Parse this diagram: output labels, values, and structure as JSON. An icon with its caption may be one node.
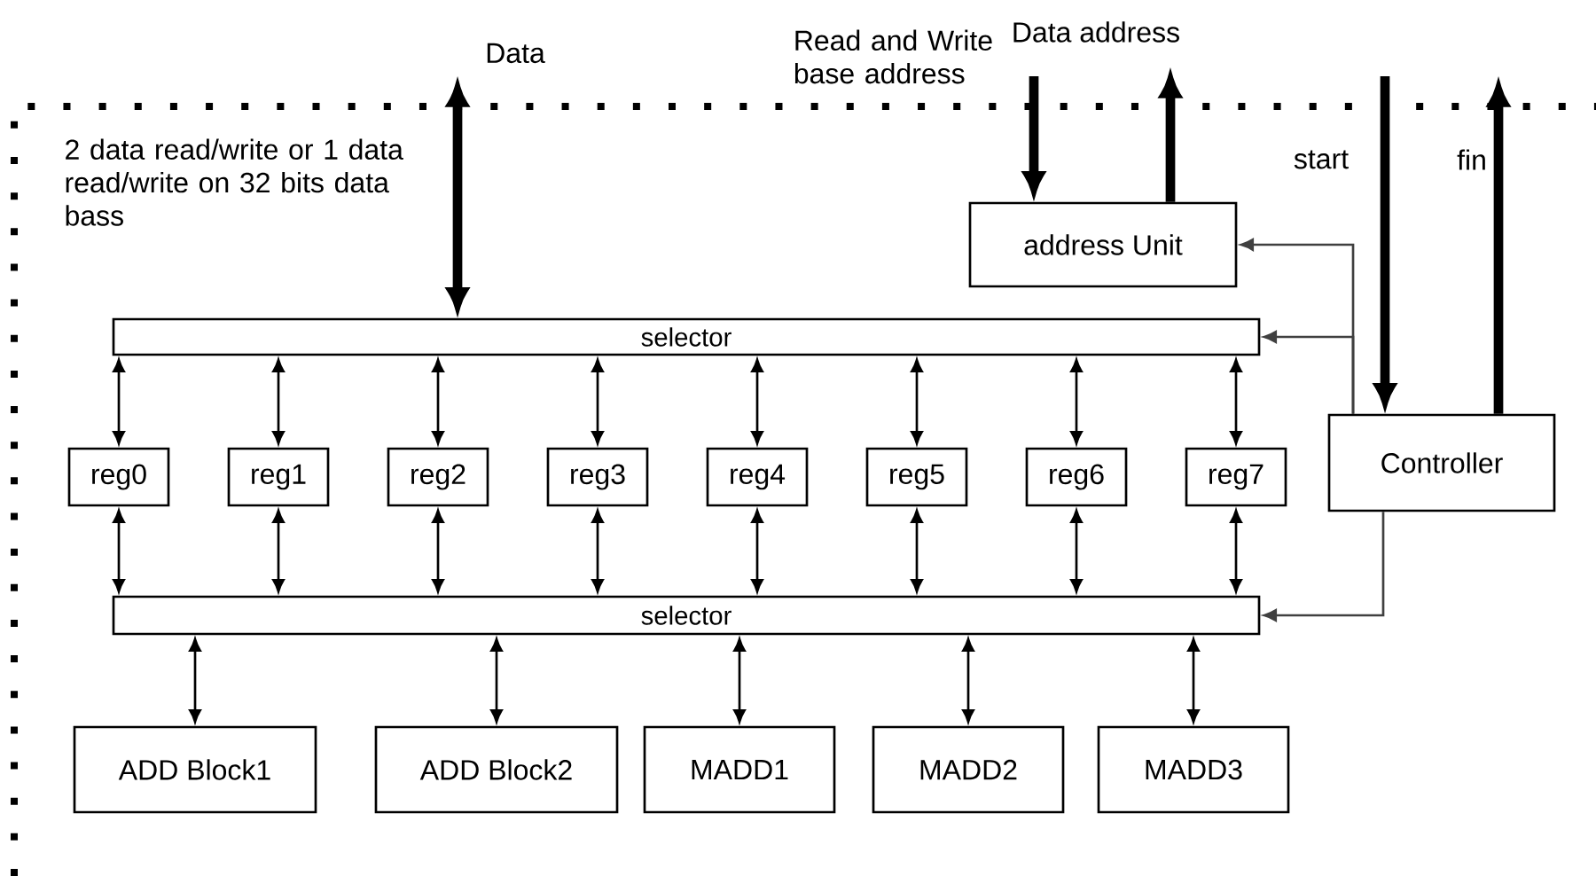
{
  "diagram": {
    "nodes": [
      {
        "text": [
          "selector"
        ]
      },
      {
        "text": [
          "selector"
        ]
      },
      {
        "text": [
          "reg0"
        ]
      },
      {
        "text": [
          "reg1"
        ]
      },
      {
        "text": [
          "reg2"
        ]
      },
      {
        "text": [
          "reg3"
        ]
      },
      {
        "text": [
          "reg4"
        ]
      },
      {
        "text": [
          "reg5"
        ]
      },
      {
        "text": [
          "reg6"
        ]
      },
      {
        "text": [
          "reg7"
        ]
      },
      {
        "text": [
          "address Unit"
        ]
      },
      {
        "text": [
          "Controller"
        ]
      },
      {
        "text": [
          "ADD Block1"
        ]
      },
      {
        "text": [
          "ADD Block2"
        ]
      },
      {
        "text": [
          "MADD1"
        ]
      },
      {
        "text": [
          "MADD2"
        ]
      },
      {
        "text": [
          "MADD3"
        ]
      }
    ],
    "edges": [
      {
        "from": 2,
        "to": 0,
        "arrow": "both"
      },
      {
        "from": 3,
        "to": 0,
        "arrow": "both"
      },
      {
        "from": 4,
        "to": 0,
        "arrow": "both"
      },
      {
        "from": 5,
        "to": 0,
        "arrow": "both"
      },
      {
        "from": 6,
        "to": 0,
        "arrow": "both"
      },
      {
        "from": 7,
        "to": 0,
        "arrow": "both"
      },
      {
        "from": 8,
        "to": 0,
        "arrow": "both"
      },
      {
        "from": 9,
        "to": 0,
        "arrow": "both"
      },
      {
        "from": 2,
        "to": 1,
        "arrow": "both"
      },
      {
        "from": 3,
        "to": 1,
        "arrow": "both"
      },
      {
        "from": 4,
        "to": 1,
        "arrow": "both"
      },
      {
        "from": 5,
        "to": 1,
        "arrow": "both"
      },
      {
        "from": 6,
        "to": 1,
        "arrow": "both"
      },
      {
        "from": 7,
        "to": 1,
        "arrow": "both"
      },
      {
        "from": 8,
        "to": 1,
        "arrow": "both"
      },
      {
        "from": 9,
        "to": 1,
        "arrow": "both"
      },
      {
        "from": 12,
        "to": 1,
        "arrow": "both"
      },
      {
        "from": 13,
        "to": 1,
        "arrow": "both"
      },
      {
        "from": 14,
        "to": 1,
        "arrow": "both"
      },
      {
        "from": 15,
        "to": 1,
        "arrow": "both"
      },
      {
        "from": 16,
        "to": 1,
        "arrow": "both"
      },
      {
        "from": 11,
        "to": 10,
        "arrow": "to"
      },
      {
        "from": 11,
        "to": 0,
        "arrow": "to"
      },
      {
        "from": 11,
        "to": 1,
        "arrow": "to"
      },
      {
        "from": null,
        "to": 0,
        "arrow": "both",
        "label": "Data",
        "style": "thick"
      },
      {
        "from": null,
        "to": 10,
        "arrow": "to",
        "label": "Read and Write base address",
        "style": "thick"
      },
      {
        "from": 10,
        "to": null,
        "arrow": "to",
        "label": "Data address",
        "style": "thick"
      },
      {
        "from": null,
        "to": 11,
        "arrow": "to",
        "label": "start",
        "style": "thick"
      },
      {
        "from": 11,
        "to": null,
        "arrow": "to",
        "label": "fin",
        "style": "thick"
      }
    ],
    "labels": [
      "2 data read/write or 1 data read/write on 32 bits data bass"
    ]
  }
}
